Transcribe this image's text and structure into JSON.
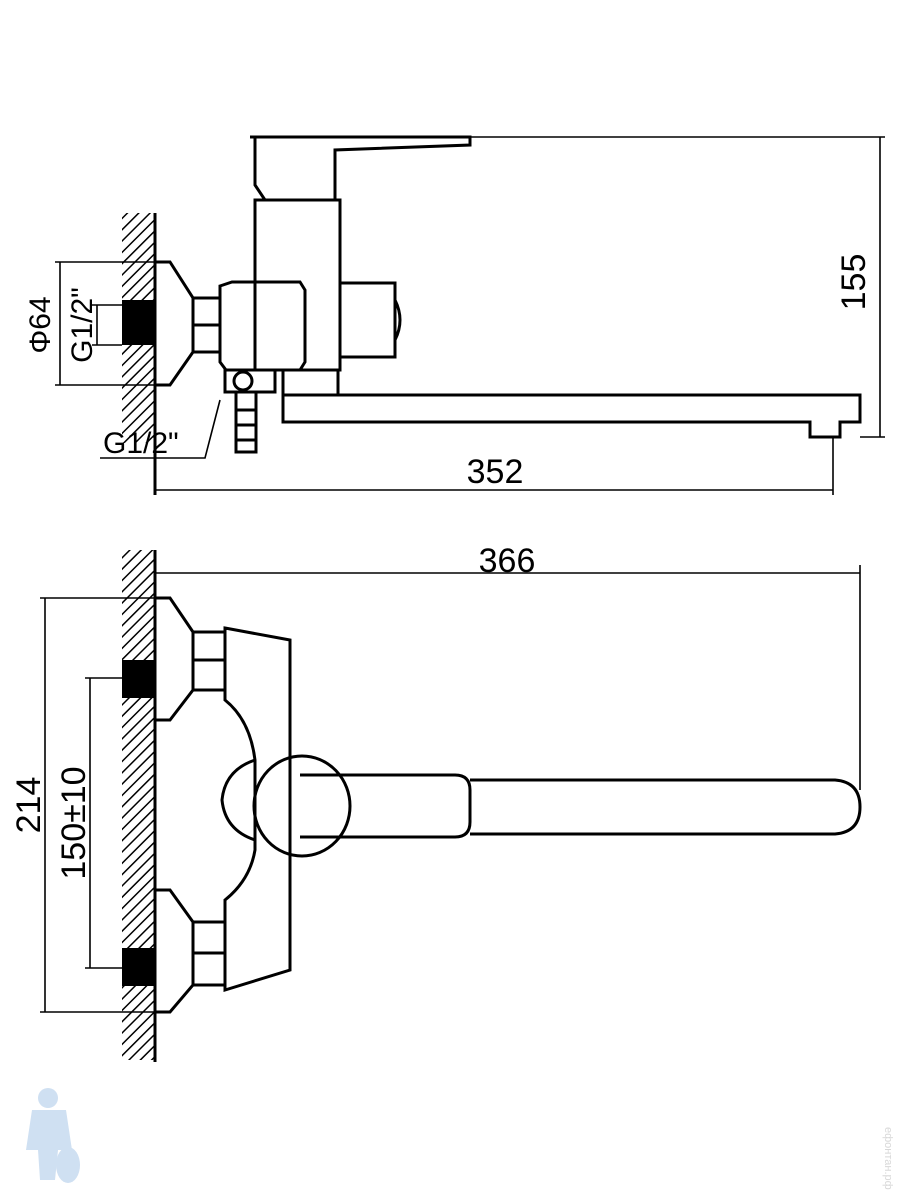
{
  "side_view": {
    "dim_height": "155",
    "dim_length": "352",
    "dim_flange_diameter": "Φ64",
    "dim_inlet_thread": "G1/2\"",
    "dim_outlet_thread": "G1/2\""
  },
  "top_view": {
    "dim_length": "366",
    "dim_height": "214",
    "dim_inlet_spacing": "150±10"
  },
  "watermark": "ефонтан.рф"
}
